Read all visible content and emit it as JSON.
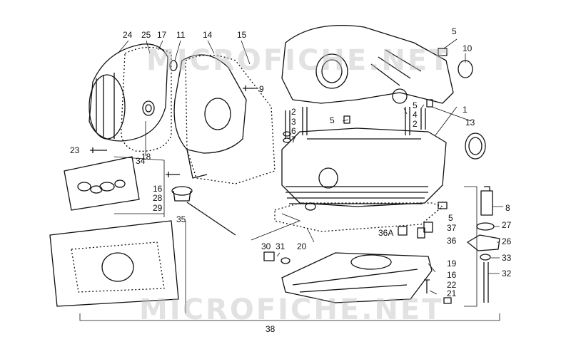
{
  "labels": {
    "l24": "24",
    "l25": "25",
    "l17": "17",
    "l11": "11",
    "l14": "14",
    "l15": "15",
    "l9": "9",
    "l23": "23",
    "l18": "18",
    "l34": "34",
    "l16a": "16",
    "l28": "28",
    "l29": "29",
    "l35": "35",
    "l30": "30",
    "l31": "31",
    "l20": "20",
    "l2a": "2",
    "l3": "3",
    "l6": "6",
    "l7": "7",
    "l5a": "5",
    "l5b": "5",
    "l4": "4",
    "l2b": "2",
    "l1": "1",
    "l13": "13",
    "l5top": "5",
    "l10": "10",
    "l8": "8",
    "l27": "27",
    "l26": "26",
    "l33": "33",
    "l32": "32",
    "l5c": "5",
    "l37": "37",
    "l36a": "36A",
    "l36": "36",
    "l19": "19",
    "l16b": "16",
    "l22": "22",
    "l21": "21",
    "l38": "38"
  },
  "watermark": "MICROFICHE.NET"
}
